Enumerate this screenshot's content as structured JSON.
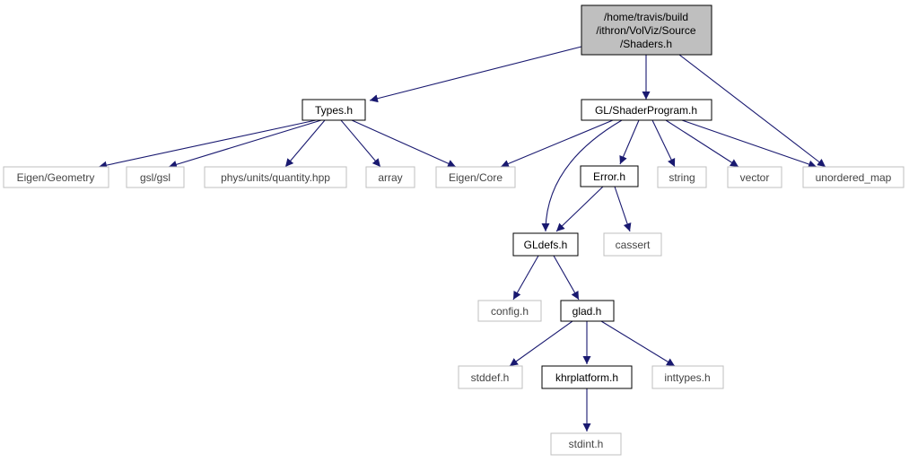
{
  "graph": {
    "root": {
      "lines": [
        "/home/travis/build",
        "/ithron/VolViz/Source",
        "/Shaders.h"
      ]
    },
    "nodes": {
      "types_h": "Types.h",
      "shaderprogram_h": "GL/ShaderProgram.h",
      "eigen_geometry": "Eigen/Geometry",
      "gsl_gsl": "gsl/gsl",
      "phys_units": "phys/units/quantity.hpp",
      "array": "array",
      "eigen_core": "Eigen/Core",
      "error_h": "Error.h",
      "string": "string",
      "vector": "vector",
      "unordered_map": "unordered_map",
      "gldefs_h": "GLdefs.h",
      "cassert": "cassert",
      "config_h": "config.h",
      "glad_h": "glad.h",
      "stddef_h": "stddef.h",
      "khrplatform_h": "khrplatform.h",
      "inttypes_h": "inttypes.h",
      "stdint_h": "stdint.h"
    },
    "colors": {
      "edge": "#191970",
      "root_fill": "#bfbfbf",
      "internal_border": "#000000",
      "external_border": "#bfbfbf"
    }
  }
}
